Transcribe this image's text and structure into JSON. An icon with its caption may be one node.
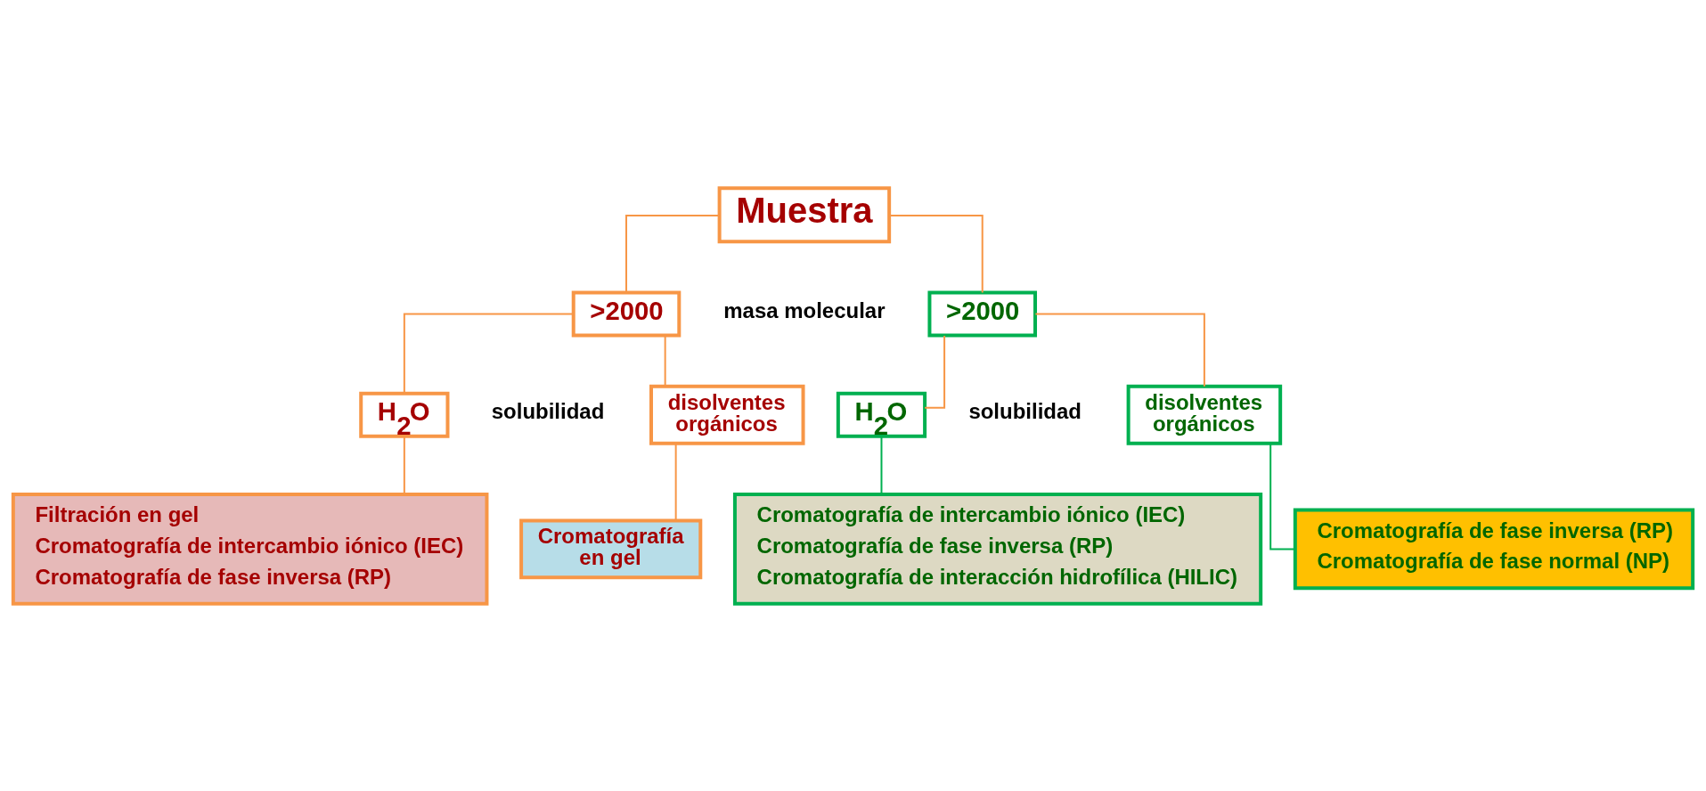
{
  "diagram": {
    "nodes": [
      {
        "text": [
          "Muestra"
        ]
      },
      {
        "text": [
          ">2000"
        ]
      },
      {
        "text": [
          ">2000"
        ]
      },
      {
        "text": [
          "H$_{2}$O"
        ]
      },
      {
        "text": [
          "disolventes orgánicos"
        ]
      },
      {
        "text": [
          "Cromatografía en gel"
        ]
      },
      {
        "text": [
          "Filtración en gel",
          "Cromatografía de intercambio iónico (IEC)",
          "Cromatografía de fase inversa (RP)"
        ]
      },
      {
        "text": [
          "H$_{2}$O"
        ]
      },
      {
        "text": [
          "disolventes orgánicos"
        ]
      },
      {
        "text": [
          "Cromatografía de fase inversa (RP)",
          "Cromatografía de fase normal (NP)"
        ]
      },
      {
        "text": [
          "Cromatografía de intercambio iónico (IEC)",
          "Cromatografía de fase inversa (RP)",
          "Cromatografía de interacción hidrofílica (HILIC)"
        ]
      }
    ],
    "edges": [
      {
        "from": 0,
        "to": 1,
        "arrow": "none"
      },
      {
        "from": 0,
        "to": 2,
        "arrow": "none"
      },
      {
        "from": 1,
        "to": 3,
        "arrow": "none"
      },
      {
        "from": 1,
        "to": 4,
        "arrow": "none"
      },
      {
        "from": 4,
        "to": 5,
        "arrow": "none"
      },
      {
        "from": 3,
        "to": 6,
        "arrow": "none"
      },
      {
        "from": 2,
        "to": 7,
        "arrow": "none"
      },
      {
        "from": 2,
        "to": 8,
        "arrow": "none"
      },
      {
        "from": 8,
        "to": 9,
        "arrow": "none",
        "color": "#00b050"
      },
      {
        "from": 7,
        "to": 10,
        "arrow": "none",
        "color": "#00b050"
      }
    ],
    "labels": [
      "masa molecular",
      "solubilidad",
      "solubilidad"
    ]
  }
}
